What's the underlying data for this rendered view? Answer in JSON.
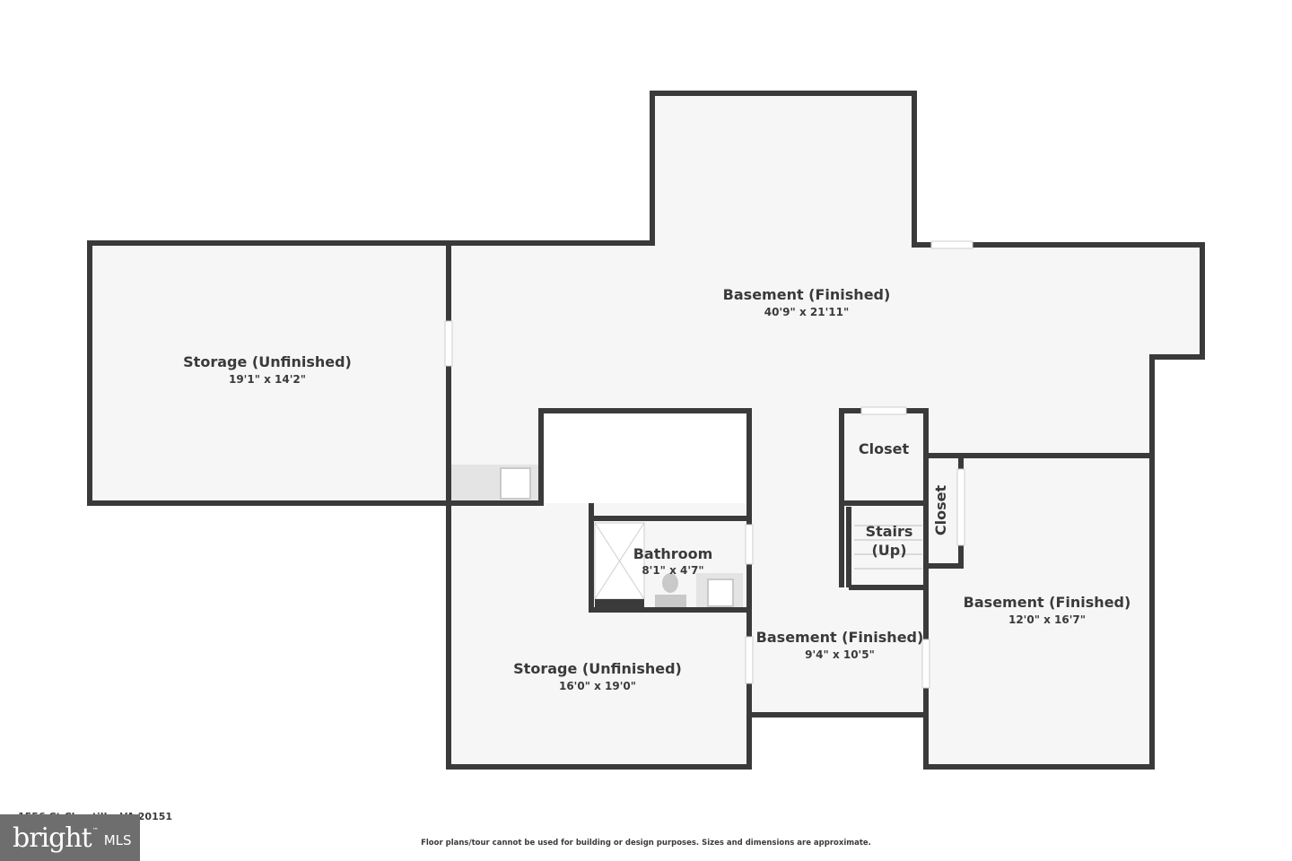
{
  "rooms": [
    {
      "id": "storage-left",
      "name": "Storage (Unfinished)",
      "dims": "19'1\" x 14'2\""
    },
    {
      "id": "basement-main",
      "name": "Basement (Finished)",
      "dims": "40'9\" x 21'11\""
    },
    {
      "id": "closet-top",
      "name": "Closet",
      "dims": ""
    },
    {
      "id": "closet-side",
      "name": "Closet",
      "dims": ""
    },
    {
      "id": "stairs",
      "name": "Stairs",
      "name2": "(Up)",
      "dims": ""
    },
    {
      "id": "bathroom",
      "name": "Bathroom",
      "dims": "8'1\" x 4'7\""
    },
    {
      "id": "basement-center",
      "name": "Basement (Finished)",
      "dims": "9'4\" x 10'5\""
    },
    {
      "id": "basement-right",
      "name": "Basement (Finished)",
      "dims": "12'0\" x 16'7\""
    },
    {
      "id": "storage-bottom",
      "name": "Storage (Unfinished)",
      "dims": "16'0\" x 19'0\""
    }
  ],
  "footer": {
    "address": "1556 Ct Chantilly, VA 20151",
    "disclaimer": "Floor plans/tour cannot be used for building or design purposes. Sizes and dimensions are approximate."
  },
  "brand": {
    "name": "bright",
    "tm": "™",
    "suffix": "MLS"
  },
  "colors": {
    "wall": "#3a3a3a",
    "floor": "#f6f6f6",
    "fixture": "#d4d4d4"
  }
}
